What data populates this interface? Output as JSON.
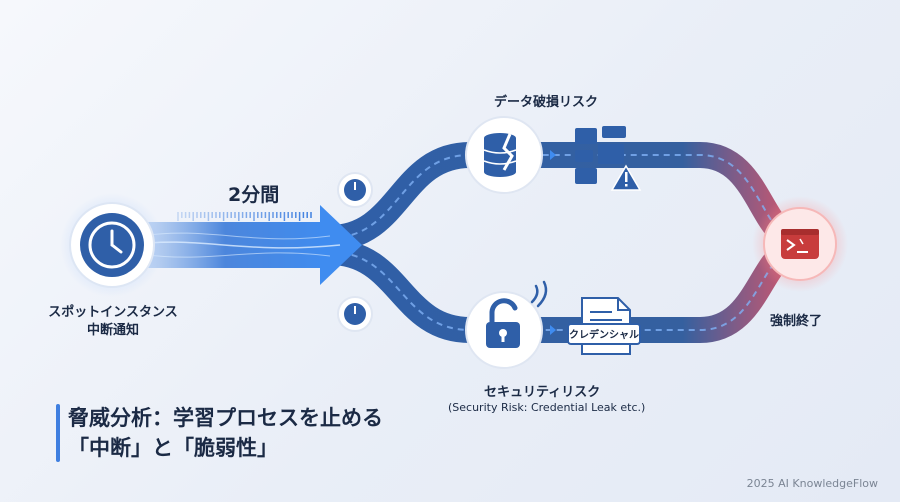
{
  "source": {
    "label_line1": "スポットインスタンス",
    "label_line2": "中断通知"
  },
  "timer": {
    "label": "2分間"
  },
  "branch_top": {
    "label": "データ破損リスク"
  },
  "branch_bottom": {
    "label": "セキュリティリスク",
    "sublabel": "(Security Risk: Credential Leak etc.)",
    "doc_tag": "クレデンシャル"
  },
  "end": {
    "label": "強制終了"
  },
  "title": {
    "line1": "脅威分析：学習プロセスを止める",
    "line2": "「中断」と「脆弱性」"
  },
  "footer": {
    "text": "2025 AI KnowledgeFlow"
  },
  "colors": {
    "primary": "#2f5fa8",
    "accent": "#3f8cf0",
    "danger": "#e04848",
    "text": "#1b2a45"
  },
  "icons": [
    "clock-icon",
    "timer-knob-icon",
    "database-crack-icon",
    "broken-file-warning-icon",
    "unlock-wifi-icon",
    "credential-doc-icon",
    "terminal-error-icon"
  ]
}
